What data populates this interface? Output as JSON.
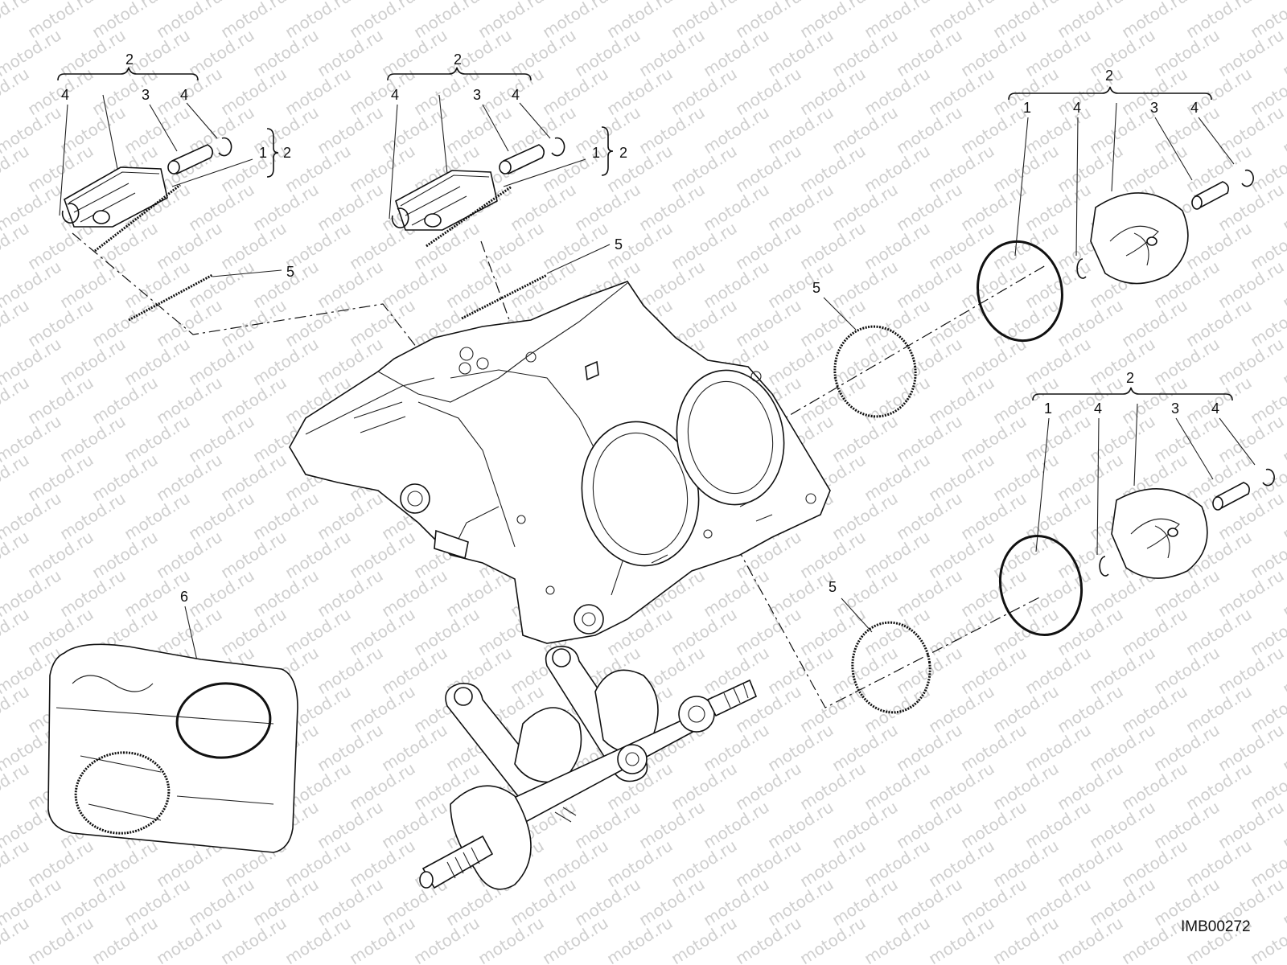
{
  "diagram": {
    "watermark": "motod.ru",
    "drawing_code": "IMB00272",
    "callouts": {
      "top_left": {
        "group": "2",
        "piston_clip_left": "4",
        "pin": "3",
        "pin_clip": "4",
        "ring": "1",
        "bracket_label": "2",
        "gasket": "5"
      },
      "top_middle": {
        "group": "2",
        "piston_clip_left": "4",
        "pin": "3",
        "pin_clip": "4",
        "ring": "1",
        "bracket_label": "2",
        "gasket": "5"
      },
      "right_upper": {
        "group": "2",
        "ring": "1",
        "clip_a": "4",
        "pin": "3",
        "clip_b": "4",
        "gasket": "5"
      },
      "right_lower": {
        "group": "2",
        "ring": "1",
        "clip_a": "4",
        "pin": "3",
        "clip_b": "4",
        "gasket": "5"
      },
      "gasket_kit": "6"
    }
  }
}
